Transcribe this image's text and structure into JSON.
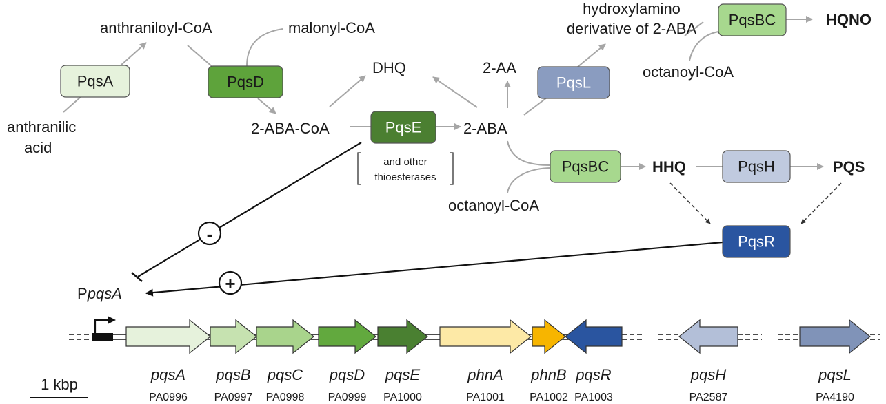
{
  "enzymes": {
    "pqsA": "PqsA",
    "pqsD": "PqsD",
    "pqsE": "PqsE",
    "pqsL": "PqsL",
    "pqsBC_top": "PqsBC",
    "pqsBC_mid": "PqsBC",
    "pqsH": "PqsH",
    "pqsR": "PqsR"
  },
  "metabolites": {
    "anthranilic_acid_line1": "anthranilic",
    "anthranilic_acid_line2": "acid",
    "anthraniloyl_coa": "anthraniloyl-CoA",
    "malonyl_coa": "malonyl-CoA",
    "aba_coa": "2-ABA-CoA",
    "dhq": "DHQ",
    "aa": "2-AA",
    "aba": "2-ABA",
    "hydroxylamino_line1": "hydroxylamino",
    "hydroxylamino_line2": "derivative of 2-ABA",
    "octanoyl_coa_top": "octanoyl-CoA",
    "octanoyl_coa_mid": "octanoyl-CoA",
    "hqno": "HQNO",
    "hhq": "HHQ",
    "pqs": "PQS"
  },
  "thioesterase_note": {
    "line1": "and other",
    "line2": "thioesterases"
  },
  "regulation": {
    "negative": "-",
    "positive": "+",
    "promoter_prefix": "P",
    "promoter_gene": "pqsA"
  },
  "genes": [
    {
      "name": "pqsA",
      "locus": "PA0996",
      "color": "#e6f2dc",
      "direction": "right"
    },
    {
      "name": "pqsB",
      "locus": "PA0997",
      "color": "#c6e2b0",
      "direction": "right"
    },
    {
      "name": "pqsC",
      "locus": "PA0998",
      "color": "#a9d48c",
      "direction": "right"
    },
    {
      "name": "pqsD",
      "locus": "PA0999",
      "color": "#62a93e",
      "direction": "right"
    },
    {
      "name": "pqsE",
      "locus": "PA1000",
      "color": "#4a8031",
      "direction": "right"
    },
    {
      "name": "phnA",
      "locus": "PA1001",
      "color": "#fde9a6",
      "direction": "right"
    },
    {
      "name": "phnB",
      "locus": "PA1002",
      "color": "#f7b500",
      "direction": "right"
    },
    {
      "name": "pqsR",
      "locus": "PA1003",
      "color": "#2a55a0",
      "direction": "left"
    },
    {
      "name": "pqsH",
      "locus": "PA2587",
      "color": "#b3bfd8",
      "direction": "left"
    },
    {
      "name": "pqsL",
      "locus": "PA4190",
      "color": "#8093b8",
      "direction": "right"
    }
  ],
  "scale_bar": "1 kbp",
  "colors": {
    "pqsA": "#e6f2dc",
    "pqsD": "#5ea33b",
    "pqsE": "#4b7f31",
    "pqsL": "#8a9cc0",
    "pqsBC": "#a7d88e",
    "pqsH": "#c0cadf",
    "pqsR": "#2a55a0",
    "pathway_line": "#a6a6a6"
  }
}
